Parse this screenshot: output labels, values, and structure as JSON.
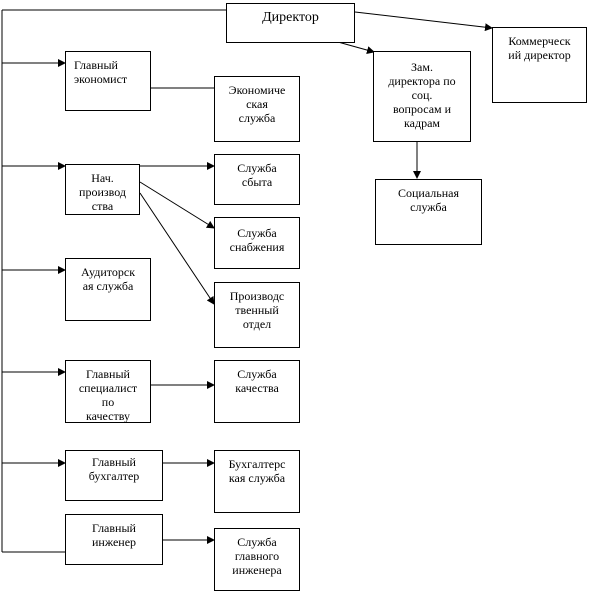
{
  "boxes": {
    "director": "Директор",
    "commercial_director": "Коммерческ\nий директор",
    "deputy_director": "Зам.\nдиректора по\nсоц.\nвопросам и\nкадрам",
    "social_service": "Социальная\nслужба",
    "chief_economist": "Главный\nэкономист",
    "economic_service": "Экономиче\nская\nслужба",
    "production_head": "Нач.\nпроизвод\nства",
    "sales_service": "Служба\nсбыта",
    "supply_service": "Служба\nснабжения",
    "production_department": "Производс\nтвенный\nотдел",
    "audit_service": "Аудиторск\nая служба",
    "chief_quality_specialist": "Главный\nспециалист\nпо\nкачеству",
    "quality_service": "Служба\nкачества",
    "chief_accountant": "Главный\nбухгалтер",
    "accounting_service": "Бухгалтерс\nкая служба",
    "chief_engineer": "Главный\nинженер",
    "chief_engineer_service": "Служба\nглавного\nинженера"
  }
}
